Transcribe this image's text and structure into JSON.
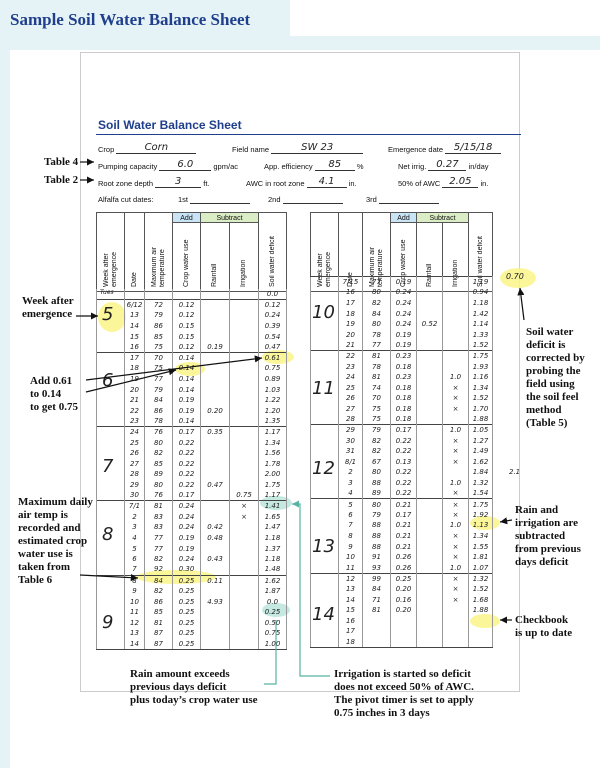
{
  "page": {
    "header": "Sample Soil Water Balance Sheet"
  },
  "sheet": {
    "title": "Soil Water Balance Sheet",
    "crop_label": "Crop",
    "crop_value": "Corn",
    "field_label": "Field name",
    "field_value": "SW 23",
    "emergence_label": "Emergence date",
    "emergence_value": "5/15/18",
    "pump_label": "Pumping capacity",
    "pump_value": "6.0",
    "pump_unit": "gpm/ac",
    "appeff_label": "App. efficiency",
    "appeff_value": "85",
    "appeff_unit": "%",
    "netirr_label": "Net irrig.",
    "netirr_value": "0.27",
    "netirr_unit": "in/day",
    "root_label": "Root zone depth",
    "root_value": "3",
    "root_unit": "ft.",
    "awc_label": "AWC in root zone",
    "awc_value": "4.1",
    "awc_unit": "in.",
    "awc50_label": "50% of AWC",
    "awc50_value": "2.05",
    "awc50_unit": "in.",
    "alfalfa_label": "Alfalfa cut dates:",
    "cut1": "1st",
    "cut2": "2nd",
    "cut3": "3rd",
    "headers": {
      "week": "Week after emergence",
      "date": "Date",
      "maxtemp": "Maximum air temperature",
      "add": "Add",
      "subtract": "Subtract",
      "cwu": "Crop water use",
      "rain": "Rainfall",
      "irr": "Irrigation",
      "deficit": "Soil water deficit"
    }
  },
  "left_labels": {
    "table4": "Table 4",
    "table2": "Table 2"
  },
  "left_table": {
    "weeks": [
      "5",
      "6",
      "7",
      "8",
      "9"
    ],
    "tiny_note": "Tues",
    "rows": [
      [
        "",
        "",
        "",
        "",
        "",
        "0.0"
      ],
      [
        "6/12",
        "72",
        "0.12",
        "",
        "",
        "0.12"
      ],
      [
        "13",
        "79",
        "0.12",
        "",
        "",
        "0.24"
      ],
      [
        "14",
        "86",
        "0.15",
        "",
        "",
        "0.39"
      ],
      [
        "15",
        "85",
        "0.15",
        "",
        "",
        "0.54"
      ],
      [
        "16",
        "75",
        "0.12",
        "0.19",
        "",
        "0.47"
      ],
      [
        "17",
        "70",
        "0.14",
        "",
        "",
        "0.61"
      ],
      [
        "18",
        "75",
        "0.14",
        "",
        "",
        "0.75"
      ],
      [
        "19",
        "77",
        "0.14",
        "",
        "",
        "0.89"
      ],
      [
        "20",
        "79",
        "0.14",
        "",
        "",
        "1.03"
      ],
      [
        "21",
        "84",
        "0.19",
        "",
        "",
        "1.22"
      ],
      [
        "22",
        "86",
        "0.19",
        "0.20",
        "",
        "1.20"
      ],
      [
        "23",
        "78",
        "0.14",
        "",
        "",
        "1.35"
      ],
      [
        "24",
        "76",
        "0.17",
        "0.35",
        "",
        "1.17"
      ],
      [
        "25",
        "80",
        "0.22",
        "",
        "",
        "1.34"
      ],
      [
        "26",
        "82",
        "0.22",
        "",
        "",
        "1.56"
      ],
      [
        "27",
        "85",
        "0.22",
        "",
        "",
        "1.78"
      ],
      [
        "28",
        "89",
        "0.22",
        "",
        "",
        "2.00"
      ],
      [
        "29",
        "80",
        "0.22",
        "0.47",
        "",
        "1.75"
      ],
      [
        "30",
        "76",
        "0.17",
        "",
        "0.75",
        "1.17"
      ],
      [
        "7/1",
        "81",
        "0.24",
        "",
        "×",
        "1.41"
      ],
      [
        "2",
        "83",
        "0.24",
        "",
        "×",
        "1.65"
      ],
      [
        "3",
        "83",
        "0.24",
        "0.42",
        "",
        "1.47"
      ],
      [
        "4",
        "77",
        "0.19",
        "0.48",
        "",
        "1.18"
      ],
      [
        "5",
        "77",
        "0.19",
        "",
        "",
        "1.37"
      ],
      [
        "6",
        "82",
        "0.24",
        "0.43",
        "",
        "1.18"
      ],
      [
        "7",
        "92",
        "0.30",
        "",
        "",
        "1.48"
      ],
      [
        "8",
        "84",
        "0.25",
        "0.11",
        "",
        "1.62"
      ],
      [
        "9",
        "82",
        "0.25",
        "",
        "",
        "1.87"
      ],
      [
        "10",
        "86",
        "0.25",
        "4.93",
        "",
        "0.0"
      ],
      [
        "11",
        "85",
        "0.25",
        "",
        "",
        "0.25"
      ],
      [
        "12",
        "81",
        "0.25",
        "",
        "",
        "0.50"
      ],
      [
        "13",
        "87",
        "0.25",
        "",
        "",
        "0.75"
      ],
      [
        "14",
        "87",
        "0.25",
        "",
        "",
        "1.00"
      ]
    ]
  },
  "right_table": {
    "weeks": [
      "10",
      "11",
      "12",
      "13",
      "14"
    ],
    "deficit_correction": "0.70",
    "side_note": "2.1",
    "rows": [
      [
        "7/15",
        "77",
        "0.19",
        "",
        "",
        "1.19"
      ],
      [
        "16",
        "80",
        "0.24",
        "",
        "",
        "0.94"
      ],
      [
        "17",
        "82",
        "0.24",
        "",
        "",
        "1.18"
      ],
      [
        "18",
        "84",
        "0.24",
        "",
        "",
        "1.42"
      ],
      [
        "19",
        "80",
        "0.24",
        "0.52",
        "",
        "1.14"
      ],
      [
        "20",
        "78",
        "0.19",
        "",
        "",
        "1.33"
      ],
      [
        "21",
        "77",
        "0.19",
        "",
        "",
        "1.52"
      ],
      [
        "22",
        "81",
        "0.23",
        "",
        "",
        "1.75"
      ],
      [
        "23",
        "78",
        "0.18",
        "",
        "",
        "1.93"
      ],
      [
        "24",
        "81",
        "0.23",
        "",
        "1.0",
        "1.16"
      ],
      [
        "25",
        "74",
        "0.18",
        "",
        "×",
        "1.34"
      ],
      [
        "26",
        "70",
        "0.18",
        "",
        "×",
        "1.52"
      ],
      [
        "27",
        "75",
        "0.18",
        "",
        "×",
        "1.70"
      ],
      [
        "28",
        "75",
        "0.18",
        "",
        "",
        "1.88"
      ],
      [
        "29",
        "79",
        "0.17",
        "",
        "1.0",
        "1.05"
      ],
      [
        "30",
        "82",
        "0.22",
        "",
        "×",
        "1.27"
      ],
      [
        "31",
        "82",
        "0.22",
        "",
        "×",
        "1.49"
      ],
      [
        "8/1",
        "67",
        "0.13",
        "",
        "×",
        "1.62"
      ],
      [
        "2",
        "80",
        "0.22",
        "",
        "",
        "1.84"
      ],
      [
        "3",
        "88",
        "0.22",
        "",
        "1.0",
        "1.32"
      ],
      [
        "4",
        "89",
        "0.22",
        "",
        "×",
        "1.54"
      ],
      [
        "5",
        "80",
        "0.21",
        "",
        "×",
        "1.75"
      ],
      [
        "6",
        "79",
        "0.17",
        "",
        "×",
        "1.92"
      ],
      [
        "7",
        "88",
        "0.21",
        "",
        "1.0",
        "1.13"
      ],
      [
        "8",
        "88",
        "0.21",
        "",
        "×",
        "1.34"
      ],
      [
        "9",
        "88",
        "0.21",
        "",
        "×",
        "1.55"
      ],
      [
        "10",
        "91",
        "0.26",
        "",
        "×",
        "1.81"
      ],
      [
        "11",
        "93",
        "0.26",
        "",
        "1.0",
        "1.07"
      ],
      [
        "12",
        "99",
        "0.25",
        "",
        "×",
        "1.32"
      ],
      [
        "13",
        "84",
        "0.20",
        "",
        "×",
        "1.52"
      ],
      [
        "14",
        "71",
        "0.16",
        "",
        "×",
        "1.68"
      ],
      [
        "15",
        "81",
        "0.20",
        "",
        "",
        "1.88"
      ],
      [
        "16",
        "",
        "",
        "",
        "",
        ""
      ],
      [
        "17",
        "",
        "",
        "",
        "",
        ""
      ],
      [
        "18",
        "",
        "",
        "",
        "",
        ""
      ]
    ]
  },
  "annotations": {
    "week_after": "Week after\nemergence",
    "add": "Add 0.61\nto 0.14\nto get 0.75",
    "maxtemp": "Maximum daily\nair temp is\nrecorded and\nestimated crop\nwater use is\ntaken from\nTable 6",
    "soilwater": "Soil water\ndeficit is\ncorrected by\nprobing the\nfield using\nthe soil feel\nmethod\n(Table 5)",
    "rain_irr": "Rain and\nirrigation are\nsubtracted\nfrom previous\ndays deficit",
    "checkbook": "Checkbook\nis up to date",
    "rain_exceeds": "Rain amount exceeds\nprevious days deficit\nplus today’s crop water use",
    "irr_started": "Irrigation is started so deficit\ndoes not exceed 50% of AWC.\nThe pivot timer is set to apply\n0.75 inches in 3 days"
  },
  "colors": {
    "header_blue": "#1f3f8c",
    "highlight_yellow": "#fbf48a",
    "highlight_teal": "#bfe6de",
    "add_blue": "#c9e4f4",
    "subtract_green": "#dbedc4"
  }
}
